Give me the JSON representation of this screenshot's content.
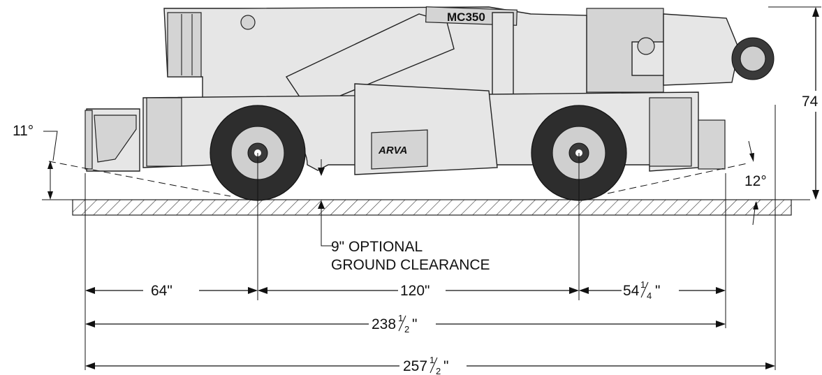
{
  "model_label": "MC350",
  "brand_label": "ARVA",
  "angles": {
    "front": "11°",
    "rear": "12°"
  },
  "height": {
    "value": "74"
  },
  "clearance_note": {
    "line1": "9\" OPTIONAL",
    "line2": "GROUND CLEARANCE"
  },
  "dimensions": {
    "front_overhang": {
      "whole": "64\""
    },
    "wheelbase": {
      "whole": "120\""
    },
    "rear_overhang": {
      "whole": "54",
      "num": "1",
      "den": "4",
      "unit": "\""
    },
    "chassis_length": {
      "whole": "238",
      "num": "1",
      "den": "2",
      "unit": "\""
    },
    "overall_length": {
      "whole": "257",
      "num": "1",
      "den": "2",
      "unit": "\""
    }
  }
}
